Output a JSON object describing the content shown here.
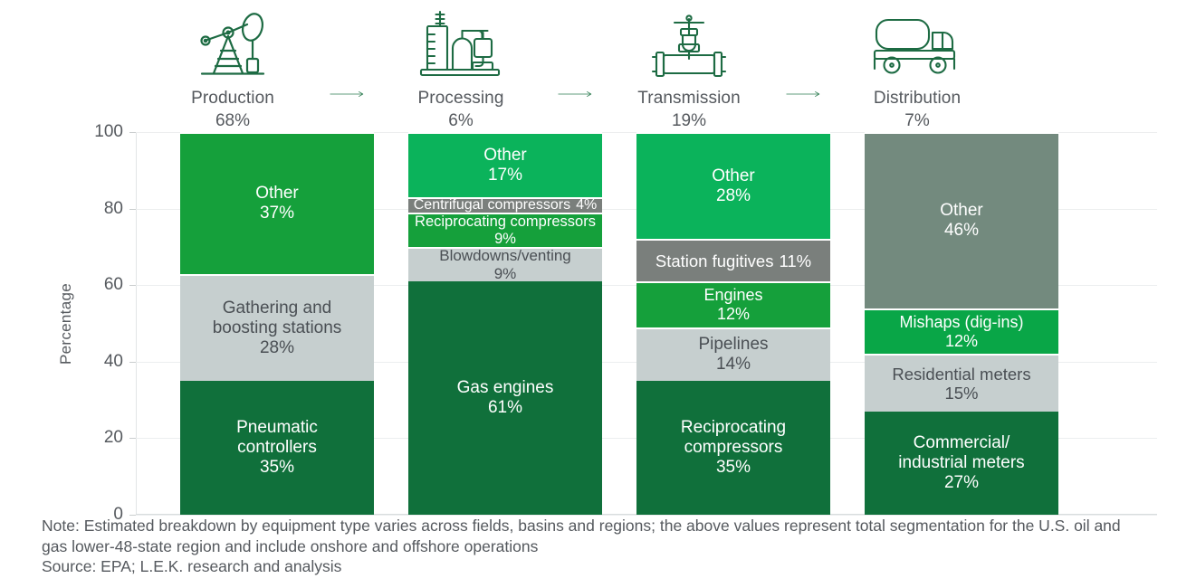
{
  "chart_data": {
    "type": "bar",
    "subtype": "stacked-100-percent",
    "title": "",
    "xlabel": "",
    "ylabel": "Percentage",
    "ylim": [
      0,
      100
    ],
    "yticks": [
      "0",
      "20",
      "40",
      "60",
      "80",
      "100"
    ],
    "grid": true,
    "legend": "none",
    "categories": [
      "Production",
      "Processing",
      "Transmission",
      "Distribution"
    ],
    "category_shares": [
      68,
      6,
      19,
      7
    ],
    "category_share_labels": [
      "68%",
      "6%",
      "19%",
      "7%"
    ],
    "colors": {
      "bright_green": "#0bb35b",
      "medium_green": "#15a03b",
      "dark_green": "#10703b",
      "light_gray": "#c6cfcf",
      "mid_gray": "#7a7f7c",
      "gray_green": "#738a7e",
      "text_dark": "#55595e",
      "text_light": "#ffffff",
      "icon_green": "#1d6b43",
      "arrow_green": "#2e7d52",
      "gridline": "#eceeef"
    },
    "columns": [
      {
        "name": "Production",
        "icon": "pumpjack-icon",
        "share": "68%",
        "segments": [
          {
            "label": "Pneumatic\ncontrollers",
            "value": "35%",
            "pct": 35,
            "fill": "#10703b",
            "text": "#ffffff",
            "font": 19,
            "inline": false
          },
          {
            "label": "Gathering and\nboosting stations",
            "value": "28%",
            "pct": 28,
            "fill": "#c6cfcf",
            "text": "#4a4f54",
            "font": 19,
            "inline": false
          },
          {
            "label": "Other",
            "value": "37%",
            "pct": 37,
            "fill": "#15a03b",
            "text": "#ffffff",
            "font": 19,
            "inline": false
          }
        ]
      },
      {
        "name": "Processing",
        "icon": "refinery-icon",
        "share": "6%",
        "segments": [
          {
            "label": "Gas engines",
            "value": "61%",
            "pct": 61,
            "fill": "#10703b",
            "text": "#ffffff",
            "font": 19,
            "inline": false
          },
          {
            "label": "Blowdowns/venting",
            "value": "9%",
            "pct": 9,
            "fill": "#c6cfcf",
            "text": "#4a4f54",
            "font": 17,
            "inline": false
          },
          {
            "label": "Reciprocating compressors",
            "value": "9%",
            "pct": 9,
            "fill": "#15a03b",
            "text": "#ffffff",
            "font": 16.5,
            "inline": false
          },
          {
            "label": "Centrifugal compressors",
            "value": "4%",
            "pct": 4,
            "fill": "#7a7f7c",
            "text": "#ffffff",
            "font": 16,
            "inline": true
          },
          {
            "label": "Other",
            "value": "17%",
            "pct": 17,
            "fill": "#0bb35b",
            "text": "#ffffff",
            "font": 19,
            "inline": false
          }
        ]
      },
      {
        "name": "Transmission",
        "icon": "valve-icon",
        "share": "19%",
        "segments": [
          {
            "label": "Reciprocating\ncompressors",
            "value": "35%",
            "pct": 35,
            "fill": "#10703b",
            "text": "#ffffff",
            "font": 19,
            "inline": false
          },
          {
            "label": "Pipelines",
            "value": "14%",
            "pct": 14,
            "fill": "#c6cfcf",
            "text": "#4a4f54",
            "font": 19,
            "inline": false
          },
          {
            "label": "Engines",
            "value": "12%",
            "pct": 12,
            "fill": "#15a03b",
            "text": "#ffffff",
            "font": 18,
            "inline": false
          },
          {
            "label": "Station fugitives",
            "value": "11%",
            "pct": 11,
            "fill": "#7a7f7c",
            "text": "#ffffff",
            "font": 18.5,
            "inline": true
          },
          {
            "label": "Other",
            "value": "28%",
            "pct": 28,
            "fill": "#0bb35b",
            "text": "#ffffff",
            "font": 19,
            "inline": false
          }
        ]
      },
      {
        "name": "Distribution",
        "icon": "tanker-truck-icon",
        "share": "7%",
        "segments": [
          {
            "label": "Commercial/\nindustrial meters",
            "value": "27%",
            "pct": 27,
            "fill": "#10703b",
            "text": "#ffffff",
            "font": 19,
            "inline": false
          },
          {
            "label": "Residential meters",
            "value": "15%",
            "pct": 15,
            "fill": "#c6cfcf",
            "text": "#4a4f54",
            "font": 18.5,
            "inline": false
          },
          {
            "label": "Mishaps (dig-ins)",
            "value": "12%",
            "pct": 12,
            "fill": "#09a647",
            "text": "#ffffff",
            "font": 18,
            "inline": false
          },
          {
            "label": "Other",
            "value": "46%",
            "pct": 46,
            "fill": "#738a7e",
            "text": "#ffffff",
            "font": 19,
            "inline": false
          }
        ]
      }
    ]
  },
  "footnotes": {
    "note": "Note: Estimated breakdown by equipment type varies across fields, basins and regions; the above values represent total segmentation for the U.S. oil and gas lower-48-state region and include onshore and offshore operations",
    "source": "Source: EPA; L.E.K. research and analysis"
  }
}
